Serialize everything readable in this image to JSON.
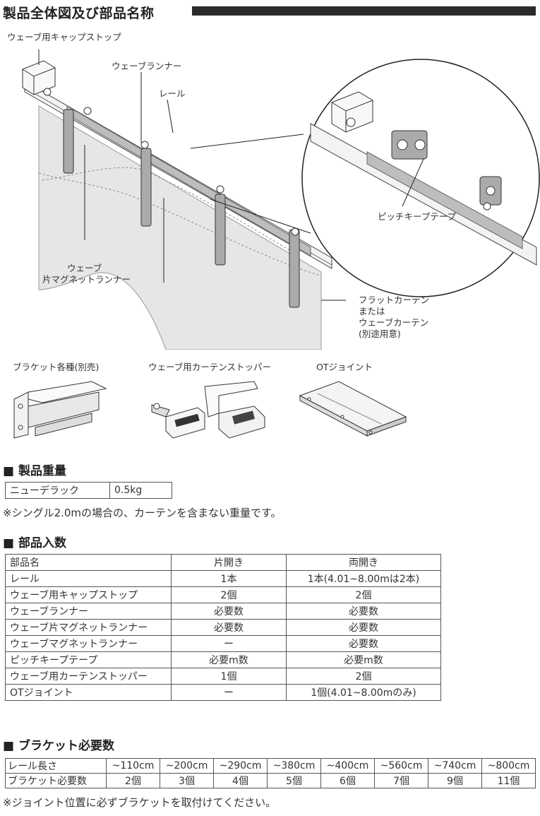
{
  "header": {
    "title": "製品全体図及び部品名称"
  },
  "diagram": {
    "labels": {
      "cap_stop": "ウェーブ用キャップストップ",
      "wave_runner": "ウェーブランナー",
      "rail": "レール",
      "pitch_tape": "ピッチキープテープ",
      "magnet_runner_1": "ウェーブ",
      "magnet_runner_2": "片マグネットランナー",
      "curtain_1": "フラットカーテン",
      "curtain_2": "または",
      "curtain_3": "ウェーブカーテン",
      "curtain_4": "(別途用意)"
    }
  },
  "parts_images": {
    "bracket": "ブラケット各種(別売)",
    "stopper": "ウェーブ用カーテンストッパー",
    "joint": "OTジョイント"
  },
  "weight": {
    "heading": "製品重量",
    "product": "ニューデラック",
    "value": "0.5kg",
    "note": "※シングル2.0mの場合の、カーテンを含まない重量です。"
  },
  "parts_count": {
    "heading": "部品入数",
    "columns": [
      "部品名",
      "片開き",
      "両開き"
    ],
    "rows": [
      [
        "レール",
        "1本",
        "1本(4.01~8.00mは2本)"
      ],
      [
        "ウェーブ用キャップストップ",
        "2個",
        "2個"
      ],
      [
        "ウェーブランナー",
        "必要数",
        "必要数"
      ],
      [
        "ウェーブ片マグネットランナー",
        "必要数",
        "必要数"
      ],
      [
        "ウェーブマグネットランナー",
        "ー",
        "必要数"
      ],
      [
        "ピッチキープテープ",
        "必要m数",
        "必要m数"
      ],
      [
        "ウェーブ用カーテンストッパー",
        "1個",
        "2個"
      ],
      [
        "OTジョイント",
        "ー",
        "1個(4.01~8.00mのみ)"
      ]
    ]
  },
  "bracket_count": {
    "heading": "ブラケット必要数",
    "row1_label": "レール長さ",
    "lengths": [
      "~110cm",
      "~200cm",
      "~290cm",
      "~380cm",
      "~400cm",
      "~560cm",
      "~740cm",
      "~800cm"
    ],
    "row2_label": "ブラケット必要数",
    "counts": [
      "2個",
      "3個",
      "4個",
      "5個",
      "6個",
      "7個",
      "9個",
      "11個"
    ],
    "note": "※ジョイント位置に必ずブラケットを取付けてください。"
  }
}
